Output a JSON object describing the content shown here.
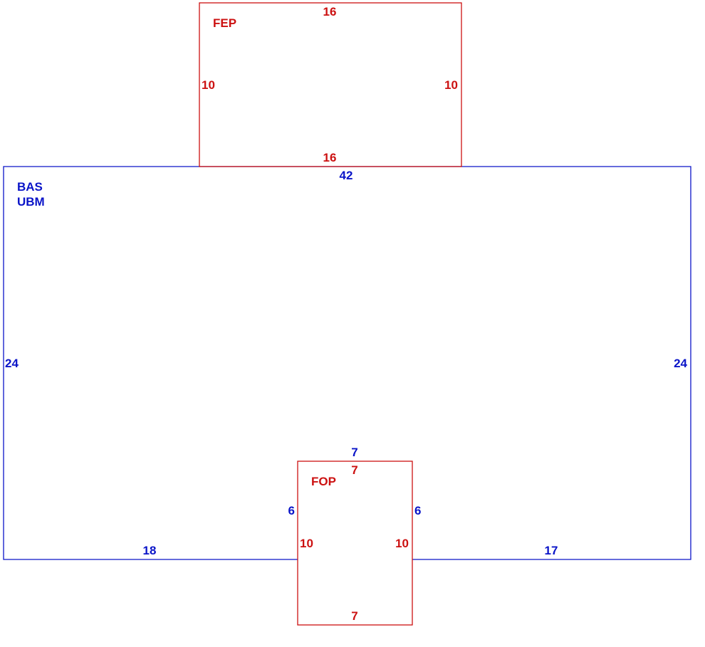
{
  "colors": {
    "blue": "#0a14c8",
    "red": "#cc1111"
  },
  "main_area": {
    "codes": [
      "BAS",
      "UBM"
    ],
    "top": "42",
    "left": "24",
    "right": "24",
    "bottom_left": "18",
    "bottom_right": "17",
    "notch_top": "7",
    "notch_left": "6",
    "notch_right": "6"
  },
  "fep": {
    "code": "FEP",
    "top": "16",
    "bottom": "16",
    "left": "10",
    "right": "10"
  },
  "fop": {
    "code": "FOP",
    "top": "7",
    "bottom": "7",
    "left": "10",
    "right": "10"
  }
}
